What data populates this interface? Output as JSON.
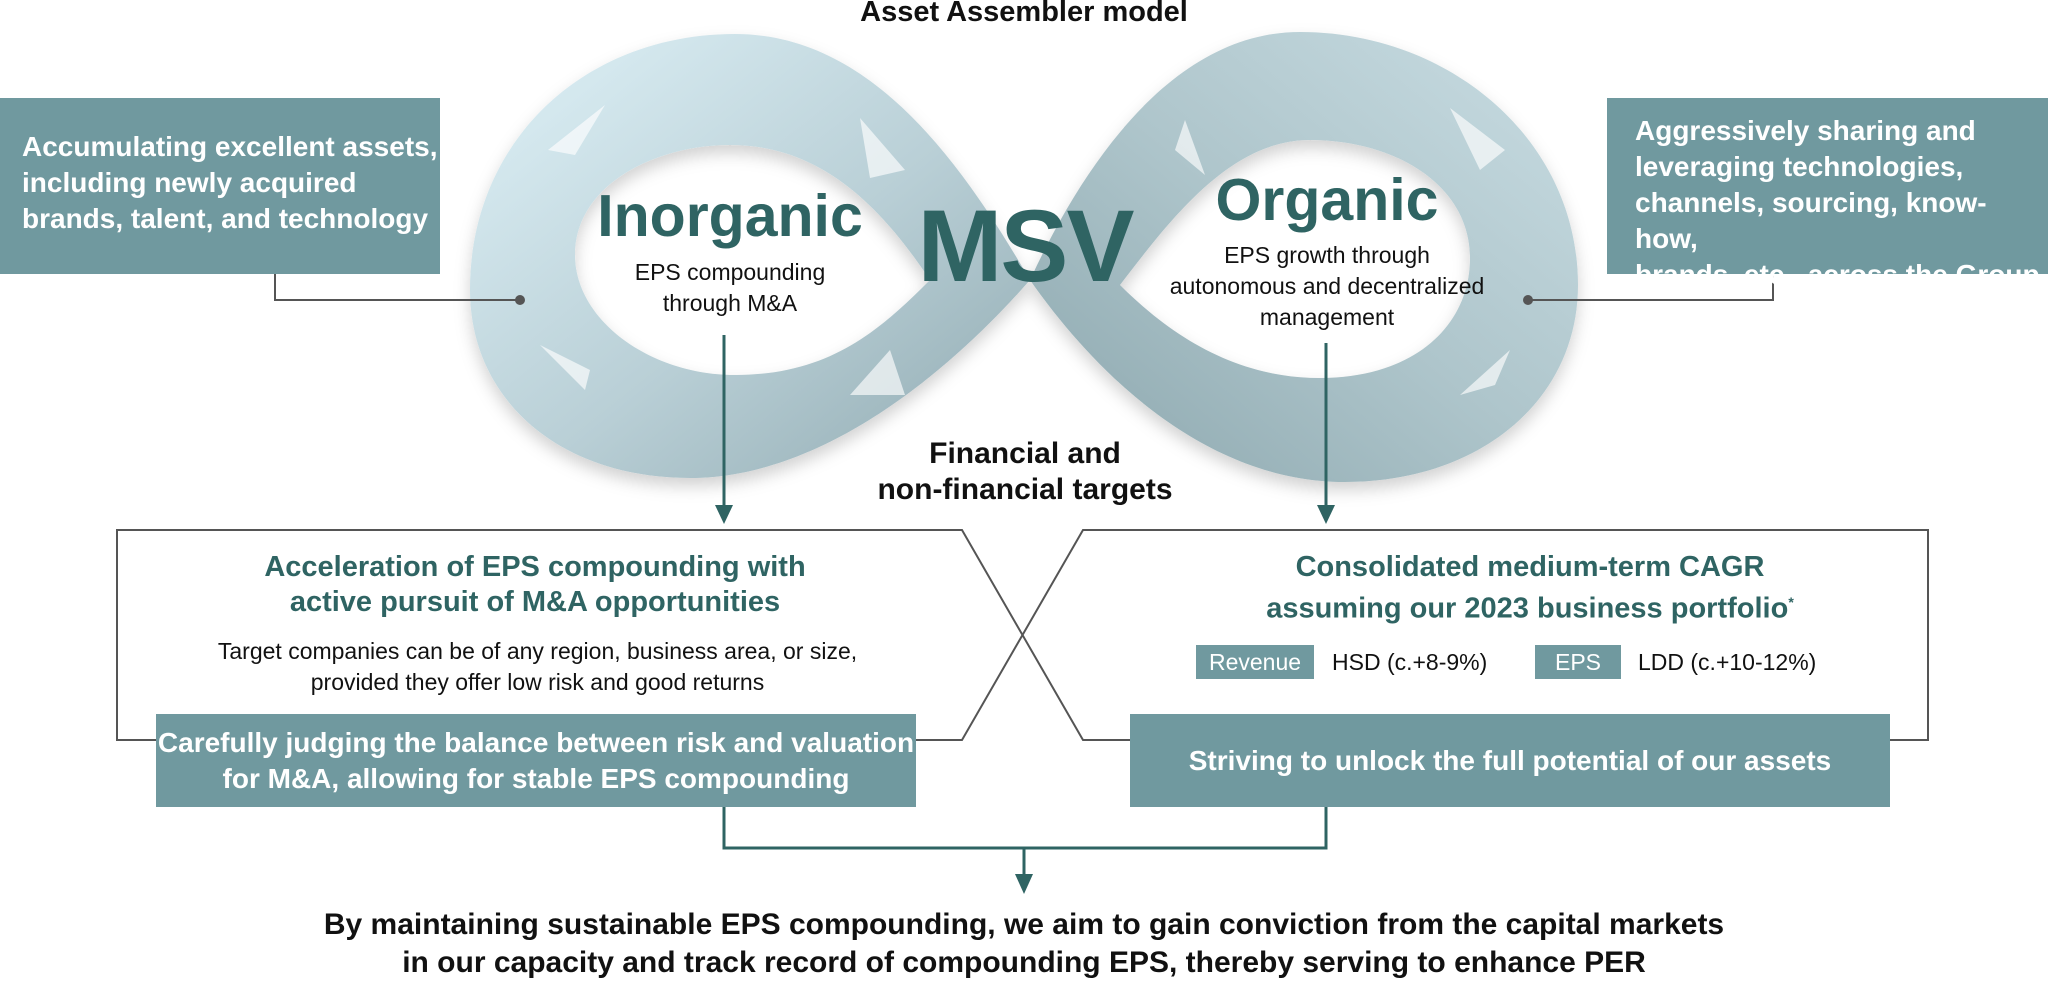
{
  "title": "Asset Assembler model",
  "colors": {
    "accent": "#70999f",
    "heading": "#2f6463",
    "loop_light": "#d8eef5",
    "loop_dark": "#8fadb4"
  },
  "left_box": [
    "Accumulating excellent assets,",
    "including newly acquired",
    "brands, talent, and technology"
  ],
  "right_box": [
    "Aggressively sharing and",
    "leveraging technologies,",
    "channels, sourcing, know-how,",
    "brands, etc., across the Group"
  ],
  "center": {
    "inorganic": "Inorganic",
    "inorganic_sub": [
      "EPS compounding",
      "through M&A"
    ],
    "msv": "MSV",
    "organic": "Organic",
    "organic_sub": [
      "EPS growth through",
      "autonomous and decentralized",
      "management"
    ]
  },
  "targets_label": [
    "Financial and",
    "non-financial targets"
  ],
  "left_panel": {
    "heading": [
      "Acceleration of EPS compounding with",
      "active pursuit of M&A opportunities"
    ],
    "text": [
      "Target companies can be of any region, business area, or size,",
      "provided they offer low risk and good returns"
    ],
    "pill": [
      "Carefully judging the balance between risk and valuation",
      "for M&A, allowing for stable EPS compounding"
    ]
  },
  "right_panel": {
    "heading1": "Consolidated medium-term CAGR",
    "heading2": "assuming our 2023 business portfolio",
    "asterisk": "*",
    "revenue_tag": "Revenue",
    "revenue_value": "HSD (c.+8-9%)",
    "eps_tag": "EPS",
    "eps_value": "LDD (c.+10-12%)",
    "pill": "Striving to unlock the full potential of our assets"
  },
  "bottom": [
    "By maintaining sustainable EPS compounding, we aim to gain conviction from the capital markets",
    "in our capacity and track record of compounding EPS, thereby serving to enhance PER"
  ]
}
